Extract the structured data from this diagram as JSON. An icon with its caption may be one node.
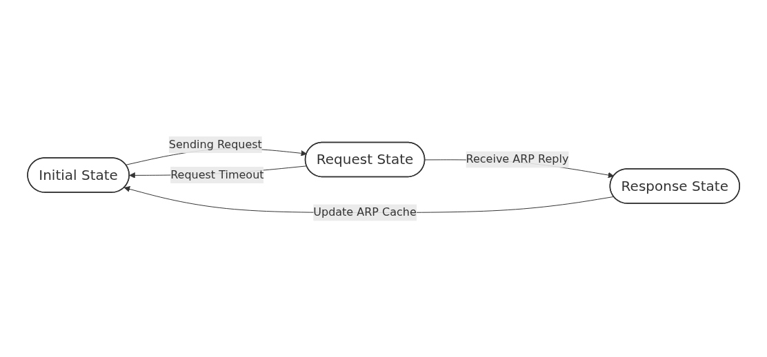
{
  "diagram": {
    "nodes": [
      {
        "text": [
          "Initial State"
        ]
      },
      {
        "text": [
          "Request State"
        ]
      },
      {
        "text": [
          "Response State"
        ]
      }
    ],
    "edges": [
      {
        "from": 0,
        "to": 1,
        "arrow": "to",
        "label": "Sending Request"
      },
      {
        "from": 1,
        "to": 0,
        "arrow": "to",
        "label": "Request Timeout"
      },
      {
        "from": 1,
        "to": 2,
        "arrow": "to",
        "label": "Receive ARP Reply"
      },
      {
        "from": 2,
        "to": 0,
        "arrow": "to",
        "label": "Update ARP Cache"
      }
    ]
  }
}
